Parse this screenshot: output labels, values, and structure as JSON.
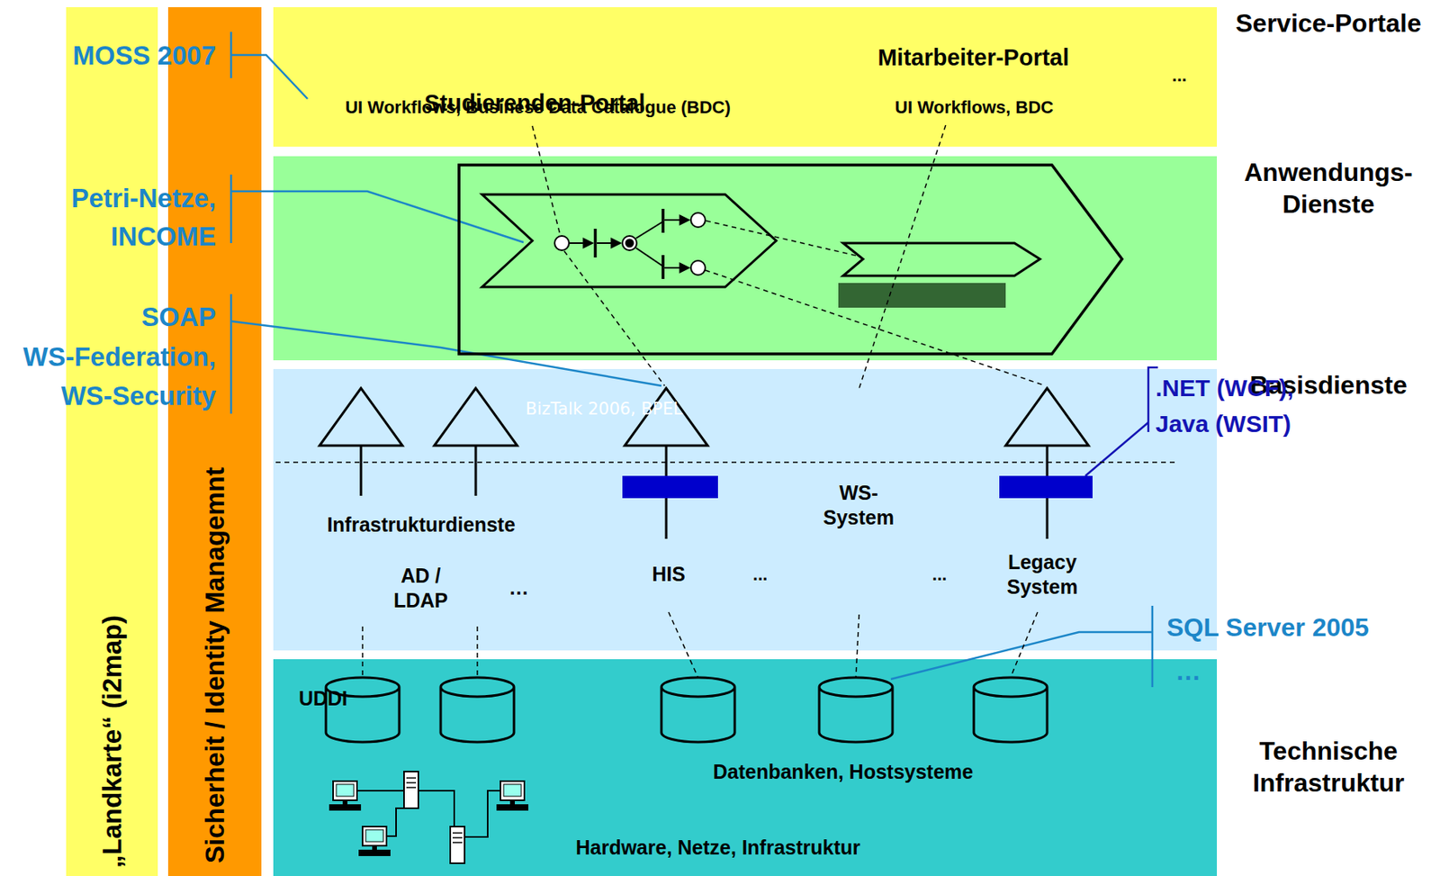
{
  "diagram": {
    "nodes": [
      {
        "text": [
          "„Landkarte“ (i2map)"
        ]
      },
      {
        "text": [
          "Sicherheit / Identity Managemnt"
        ]
      },
      {
        "text": [
          "Service-Portale"
        ]
      },
      {
        "text": [
          "Studierenden-Portal"
        ],
        "in": 2
      },
      {
        "text": [
          "UI Workflows, Business Data Catalogue (BDC)"
        ],
        "in": 2
      },
      {
        "text": [
          "Mitarbeiter-Portal"
        ],
        "in": 2
      },
      {
        "text": [
          "UI Workflows, BDC"
        ],
        "in": 2
      },
      {
        "text": [
          "Anwendungs- Dienste"
        ]
      },
      {
        "text": [
          "BizTalk 2006, BPEL"
        ],
        "in": 7
      },
      {
        "text": [
          "Basisdienste"
        ]
      },
      {
        "text": [
          "Infrastrukturdienste"
        ],
        "in": 9
      },
      {
        "text": [
          "UDDI"
        ],
        "in": 10
      },
      {
        "text": [
          "AD / LDAP"
        ],
        "in": 10
      },
      {
        "text": [
          "…"
        ],
        "in": 10
      },
      {
        "text": [
          "HIS"
        ],
        "in": 9
      },
      {
        "text": [
          "WS- System"
        ],
        "in": 9
      },
      {
        "text": [
          "Legacy System"
        ],
        "in": 9
      },
      {
        "text": [
          "Technische Infrastruktur"
        ]
      }
    ],
    "edges": [
      {
        "from": 6,
        "to": 15,
        "arrow": "none"
      }
    ],
    "labels": [
      "MOSS 2007",
      "Petri-Netze, INCOME",
      "SOAP WS-Federation, WS-Security",
      "...",
      "...",
      "...",
      ".NET (WCF), Java (WSIT)",
      "SQL Server 2005",
      "…",
      "Datenbanken, Hostsysteme",
      "Hardware, Netze, Infrastruktur"
    ]
  }
}
